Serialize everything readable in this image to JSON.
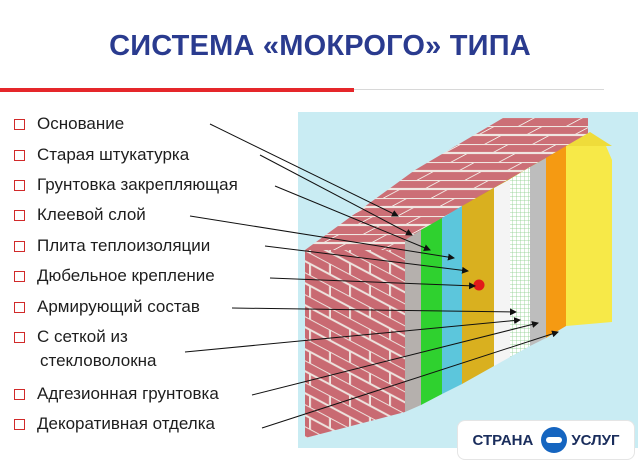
{
  "title": "СИСТЕМА «МОКРОГО» ТИПА",
  "legend": {
    "items": [
      {
        "label": "Основание"
      },
      {
        "label": "Старая штукатурка"
      },
      {
        "label": "Грунтовка закрепляющая"
      },
      {
        "label": "Клеевой слой"
      },
      {
        "label": "Плита теплоизоляции"
      },
      {
        "label": "Дюбельное крепление"
      },
      {
        "label": "Армирующий состав"
      },
      {
        "label": "С сеткой из",
        "label_2": "стекловолокна"
      },
      {
        "label": "Адгезионная грунтовка"
      },
      {
        "label": "Декоративная отделка"
      }
    ]
  },
  "badge": {
    "word_1": "СТРАНА",
    "word_2": "УСЛУГ"
  },
  "colors": {
    "title": "#2a3b8f",
    "accent_rule": "#e5262a",
    "checkbox": "#d12a2a",
    "backdrop": "#c9ecf3",
    "brick": "#c96a72",
    "mortar": "#e8e0dc",
    "old_plaster": "#b5b0ad",
    "primer": "#2fd12f",
    "adhesive": "#5cc6dc",
    "insulation": "#d9b01f",
    "reinforcing": "#ffffff",
    "mesh": "#9ad39a",
    "adhesion_primer": "#bdbdbd",
    "decorative_mid": "#f59a12",
    "decorative_finish": "#f7e948",
    "dowel": "#e21a1a"
  }
}
